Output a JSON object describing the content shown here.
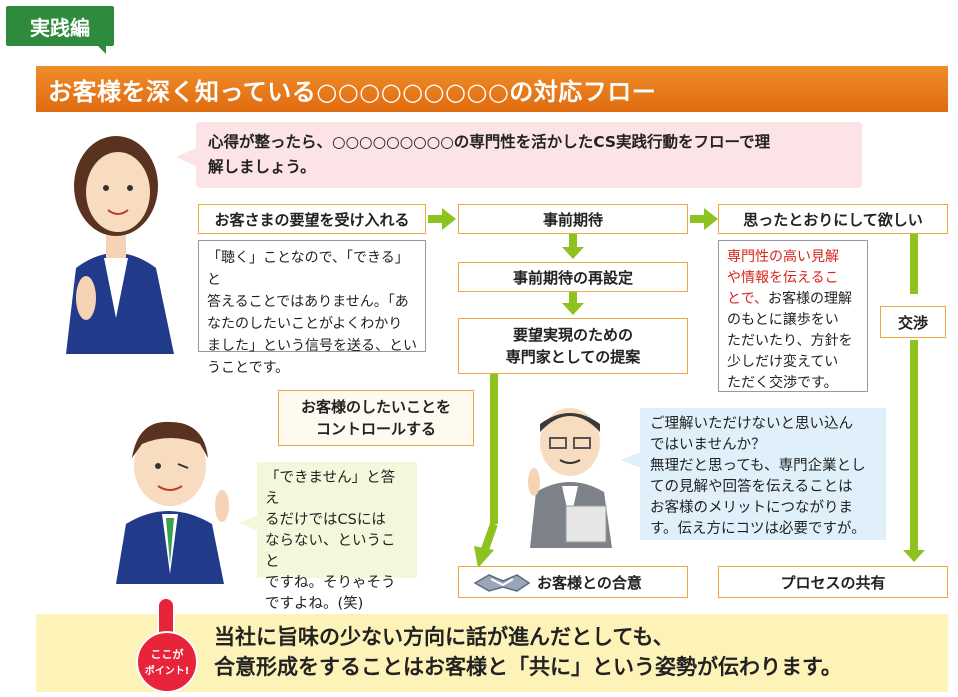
{
  "badge": "実践編",
  "title": "お客様を深く知っている○○○○○○○○○の対応フロー",
  "intro": {
    "line1": "心得が整ったら、○○○○○○○○○の専門性を活かしたCS実践行動をフローで理",
    "line2": "解しましょう。"
  },
  "flow": {
    "step1": "お客さまの要望を受け入れる",
    "step2": "事前期待",
    "step3": "思ったとおりにして欲しい",
    "reset": "事前期待の再設定",
    "proposal_line1": "要望実現のための",
    "proposal_line2": "専門家としての提案",
    "negotiation": "交渉",
    "control_line1": "お客様のしたいことを",
    "control_line2": "コントロールする",
    "agreement": "お客様との合意",
    "process": "プロセスの共有"
  },
  "notes": {
    "listen": [
      "「聴く」ことなので、「できる」と",
      "答えることではありません。「あ",
      "なたのしたいことがよくわかり",
      "ました」という信号を送る、とい",
      "うことです。"
    ],
    "negotiate_red": [
      "専門性の高い見解",
      "や情報を伝えるこ",
      "とで、"
    ],
    "negotiate_rest": [
      "お客様の理解",
      "のもとに譲歩をい",
      "ただいたり、方針を",
      "少しだけ変えてい",
      "ただく交渉です。"
    ]
  },
  "bubbles": {
    "blue": [
      "ご理解いただけないと思い込ん",
      "ではいませんか？",
      "無理だと思っても、専門企業とし",
      "ての見解や回答を伝えることは",
      "お客様のメリットにつながりま",
      "す。伝え方にコツは必要ですが。"
    ],
    "green": [
      "「できません」と答え",
      "るだけではCSには",
      "ならない、ということ",
      "ですね。そりゃそう",
      "ですよね。(笑)"
    ]
  },
  "point_badge": [
    "ここが",
    "ポイント!"
  ],
  "summary": {
    "line1": "当社に旨味の少ない方向に話が進んだとしても、",
    "line2": "合意形成をすることはお客様と「共に」という姿勢が伝わります。"
  },
  "colors": {
    "accent": "#e06c10",
    "arrow": "#8dc21f",
    "badge": "#2e8b3e"
  }
}
